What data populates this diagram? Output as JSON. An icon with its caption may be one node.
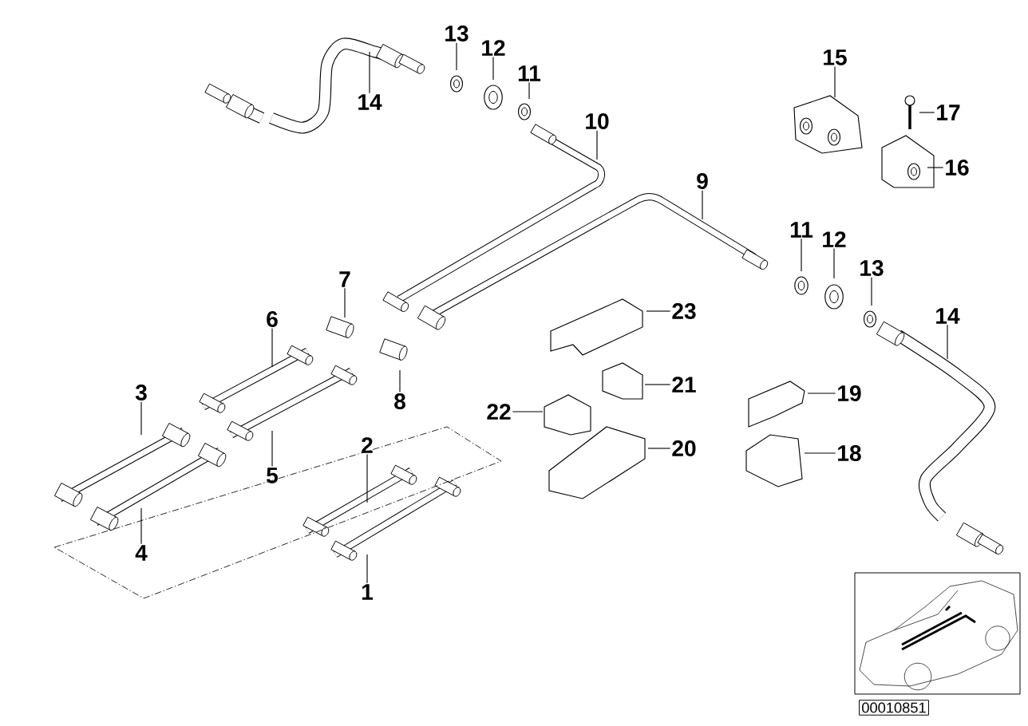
{
  "diagram": {
    "nodes": [
      {
        "text": [
          "13"
        ]
      },
      {
        "text": [
          "12"
        ]
      },
      {
        "text": [
          "14"
        ]
      },
      {
        "text": [
          "11"
        ]
      },
      {
        "text": [
          "15"
        ]
      },
      {
        "text": [
          "17"
        ]
      },
      {
        "text": [
          "10"
        ]
      },
      {
        "text": [
          "16"
        ]
      },
      {
        "text": [
          "9"
        ]
      },
      {
        "text": [
          "11"
        ]
      },
      {
        "text": [
          "12"
        ]
      },
      {
        "text": [
          "13"
        ]
      },
      {
        "text": [
          "7"
        ]
      },
      {
        "text": [
          "23"
        ]
      },
      {
        "text": [
          "6"
        ]
      },
      {
        "text": [
          "14"
        ]
      },
      {
        "text": [
          "8"
        ]
      },
      {
        "text": [
          "21"
        ]
      },
      {
        "text": [
          "3"
        ]
      },
      {
        "text": [
          "19"
        ]
      },
      {
        "text": [
          "22"
        ]
      },
      {
        "text": [
          "2"
        ]
      },
      {
        "text": [
          "20"
        ]
      },
      {
        "text": [
          "18"
        ]
      },
      {
        "text": [
          "5"
        ]
      },
      {
        "text": [
          "4"
        ]
      },
      {
        "text": [
          "1"
        ]
      }
    ],
    "edges": [
      {
        "from": 0,
        "to": null,
        "arrow": "none"
      },
      {
        "from": 1,
        "to": null,
        "arrow": "none"
      },
      {
        "from": 2,
        "to": null,
        "arrow": "none"
      },
      {
        "from": 3,
        "to": null,
        "arrow": "none"
      },
      {
        "from": 4,
        "to": null,
        "arrow": "none"
      },
      {
        "from": 5,
        "to": null,
        "arrow": "none"
      },
      {
        "from": 6,
        "to": null,
        "arrow": "none"
      },
      {
        "from": 7,
        "to": null,
        "arrow": "none"
      },
      {
        "from": 8,
        "to": null,
        "arrow": "none"
      },
      {
        "from": 9,
        "to": null,
        "arrow": "none"
      },
      {
        "from": 10,
        "to": null,
        "arrow": "none"
      },
      {
        "from": 11,
        "to": null,
        "arrow": "none"
      },
      {
        "from": 12,
        "to": null,
        "arrow": "none"
      },
      {
        "from": 13,
        "to": null,
        "arrow": "none"
      },
      {
        "from": 14,
        "to": null,
        "arrow": "none"
      },
      {
        "from": 15,
        "to": null,
        "arrow": "none"
      },
      {
        "from": 16,
        "to": null,
        "arrow": "none"
      },
      {
        "from": 17,
        "to": null,
        "arrow": "none"
      },
      {
        "from": 18,
        "to": null,
        "arrow": "none"
      },
      {
        "from": 19,
        "to": null,
        "arrow": "none"
      },
      {
        "from": 20,
        "to": null,
        "arrow": "none"
      },
      {
        "from": 21,
        "to": null,
        "arrow": "none"
      },
      {
        "from": 22,
        "to": null,
        "arrow": "none"
      },
      {
        "from": 23,
        "to": null,
        "arrow": "none"
      },
      {
        "from": 24,
        "to": null,
        "arrow": "none"
      },
      {
        "from": 25,
        "to": null,
        "arrow": "none"
      },
      {
        "from": 26,
        "to": null,
        "arrow": "none"
      }
    ],
    "labels": [
      "00010851"
    ]
  }
}
